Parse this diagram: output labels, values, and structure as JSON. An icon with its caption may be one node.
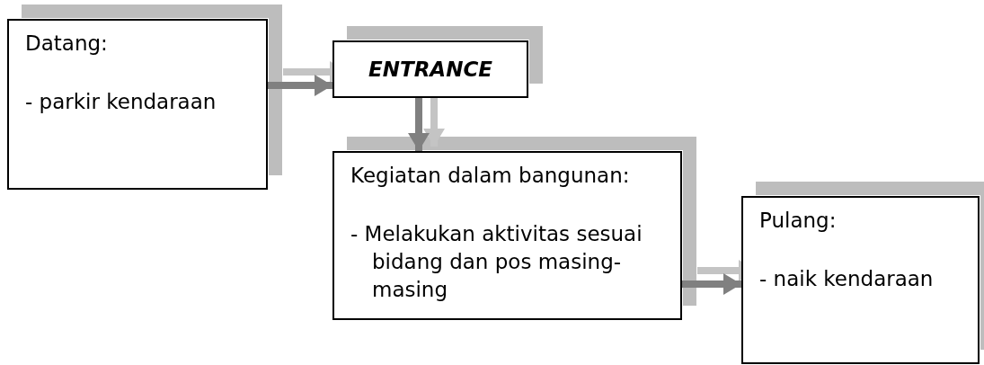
{
  "diagram": {
    "nodes": [
      {
        "text": [
          "Datang:",
          "- parkir kendaraan"
        ]
      },
      {
        "text": [
          "ENTRANCE"
        ]
      },
      {
        "text": [
          "Kegiatan dalam bangunan:",
          "- Melakukan aktivitas sesuai bidang dan pos masing-masing"
        ]
      },
      {
        "text": [
          "Pulang:",
          "- naik kendaraan"
        ]
      }
    ],
    "edges": [
      {
        "from": 0,
        "to": 1,
        "arrow": "to"
      },
      {
        "from": 1,
        "to": 2,
        "arrow": "to"
      },
      {
        "from": 2,
        "to": 3,
        "arrow": "to"
      }
    ]
  }
}
